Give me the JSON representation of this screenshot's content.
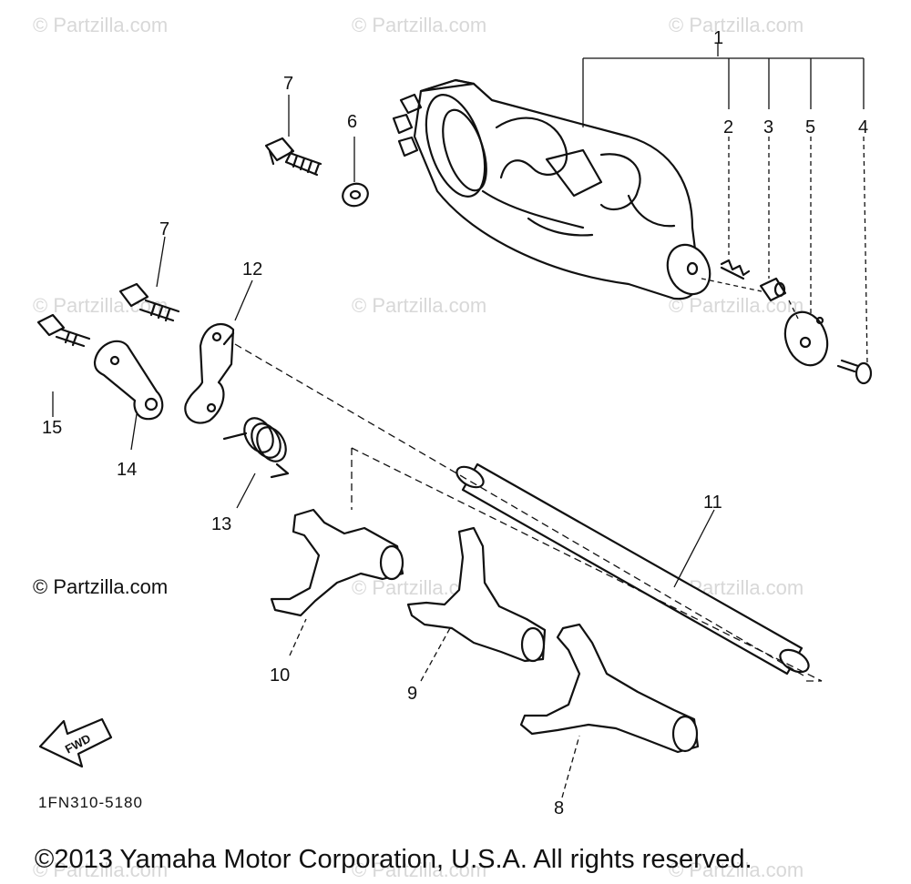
{
  "watermark_text": "© Partzilla.com",
  "copyright_left": "© Partzilla.com",
  "part_number": "1FN310-5180",
  "copyright_footer": "©2013 Yamaha Motor Corporation, U.S.A. All rights reserved.",
  "fwd_label": "FWD",
  "callouts": {
    "c1": "1",
    "c2": "2",
    "c3": "3",
    "c4": "4",
    "c5": "5",
    "c6": "6",
    "c7a": "7",
    "c7b": "7",
    "c8": "8",
    "c9": "9",
    "c10": "10",
    "c11": "11",
    "c12": "12",
    "c13": "13",
    "c14": "14",
    "c15": "15"
  }
}
